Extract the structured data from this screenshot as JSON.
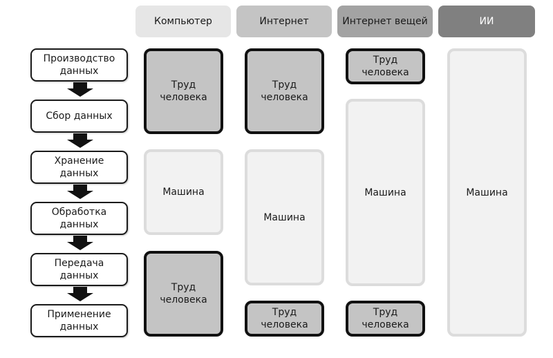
{
  "headers": [
    {
      "label": "Компьютер",
      "color": "#e6e6e6"
    },
    {
      "label": "Интернет",
      "color": "#c4c4c4"
    },
    {
      "label": "Интернет вещей",
      "color": "#a3a3a3"
    },
    {
      "label": "ИИ",
      "color": "#808080"
    }
  ],
  "stages": [
    "Производство данных",
    "Сбор данных",
    "Хранение данных",
    "Обработка данных",
    "Передача данных",
    "Применение данных"
  ],
  "block_labels": {
    "human": "Труд человека",
    "machine": "Машина"
  },
  "colors": {
    "human_fill": "#c4c4c4",
    "human_border": "#111111",
    "machine_fill": "#f2f2f2",
    "machine_border": "#dcdcdc"
  }
}
